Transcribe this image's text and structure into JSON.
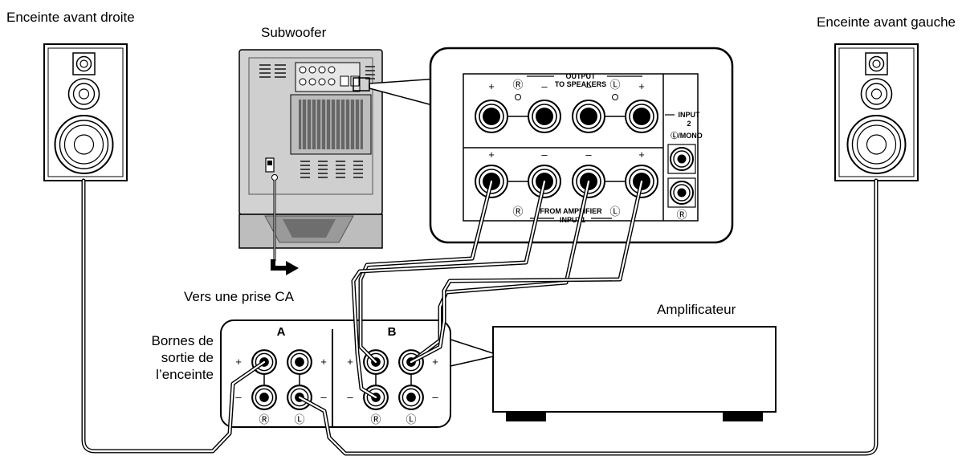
{
  "labels": {
    "front_right": "Enceinte avant droite",
    "front_left": "Enceinte avant gauche",
    "subwoofer": "Subwoofer",
    "ac_outlet": "Vers une prise CA",
    "amplifier": "Amplificateur",
    "speaker_terminals": [
      "Bornes de",
      "sortie de",
      "l’enceinte"
    ]
  },
  "panel": {
    "output": "OUTPUT",
    "to_speakers": "TO SPEAKERS",
    "input1": "INPUT1",
    "from_amplifier": "FROM AMPLIFIER",
    "input2_title": "INPUT",
    "input2_num": "2",
    "input2_sub": "Ⓛ/MONO",
    "r_mark": "Ⓡ",
    "l_mark": "Ⓛ",
    "plus": "+",
    "minus": "–"
  },
  "amp_terminals": {
    "group_a": "A",
    "group_b": "B",
    "r_mark": "Ⓡ",
    "l_mark": "Ⓛ",
    "plus": "+",
    "minus": "–"
  }
}
